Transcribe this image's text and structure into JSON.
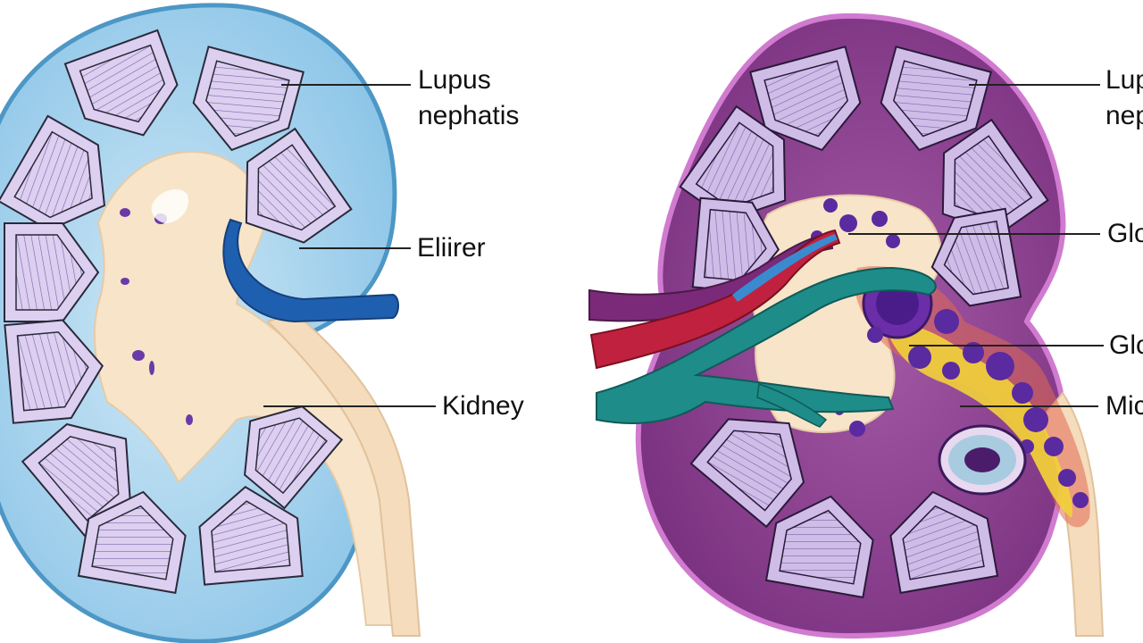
{
  "left_kidney": {
    "labels": {
      "label_1_line1": "Lupus",
      "label_1_line2": "nephatis",
      "label_2": "Eliirer",
      "label_3": "Kidney"
    },
    "colors": {
      "capsule": "#5aa6d2",
      "cortex": "#a9d6ee",
      "medulla": "#f8e4c8",
      "pyramid": "#c7b3e6",
      "vein": "#1f5fb0"
    }
  },
  "right_kidney": {
    "labels": {
      "label_1_line1": "Lup",
      "label_1_line2": "nep",
      "label_2": "Glo",
      "label_3": "Glo",
      "label_4": "Mic"
    },
    "colors": {
      "capsule": "#c85fc2",
      "cortex": "#8b3f8e",
      "medulla": "#f8e4c8",
      "pyramid": "#b89ad8",
      "artery": "#c0213e",
      "vein": "#1e8c88",
      "lesion": "#f2d23a"
    }
  }
}
